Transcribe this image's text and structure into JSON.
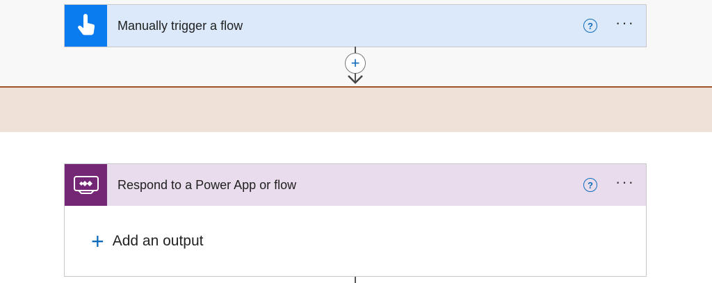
{
  "trigger_card": {
    "title": "Manually trigger a flow",
    "help_label": "?",
    "more_label": "···",
    "icon": "touch-hand-icon",
    "accent_color": "#0b7bf0",
    "header_color": "#dbe9fb"
  },
  "insert_step": {
    "label": "+"
  },
  "respond_card": {
    "title": "Respond to a Power App or flow",
    "help_label": "?",
    "more_label": "···",
    "icon": "power-apps-icon",
    "accent_color": "#742774",
    "header_color": "#e9dcec",
    "add_output_icon": "+",
    "add_output_label": "Add an output"
  },
  "colors": {
    "band": "#efe1d8",
    "band_border": "#a0522d",
    "link_blue": "#0f6cbd"
  }
}
